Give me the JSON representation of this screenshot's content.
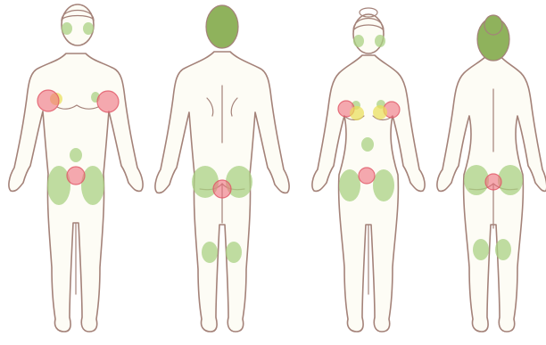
{
  "colors": {
    "background": "#ffffff",
    "skin": "#fdfcf5",
    "outline": "#a48279",
    "hair": "#8fb25c",
    "zone_green": "#a9d183",
    "zone_red": "#ef6f7e",
    "zone_yellow": "#e8de55"
  },
  "figures": [
    {
      "id": "male-front",
      "name": "male-front-figure"
    },
    {
      "id": "male-back",
      "name": "male-back-figure"
    },
    {
      "id": "female-front",
      "name": "female-front-figure"
    },
    {
      "id": "female-back",
      "name": "female-back-figure"
    }
  ],
  "zone_types": {
    "green": "green-zone",
    "red": "red-zone",
    "yellow": "yellow-zone"
  }
}
